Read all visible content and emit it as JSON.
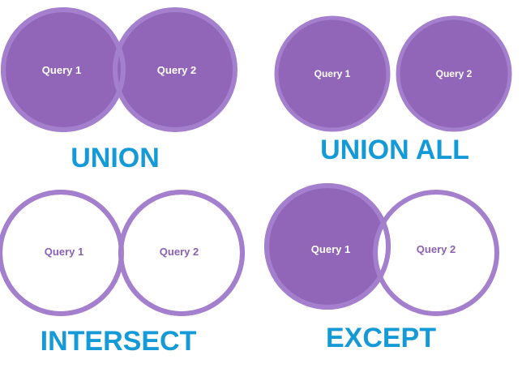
{
  "colors": {
    "fill": "#9166b8",
    "stroke": "#a47fcd",
    "hatch": "#6a4a8a",
    "title": "#159ad8",
    "label_on_fill": "#ffffff",
    "label_on_white": "#8c5fb5",
    "background": "#ffffff"
  },
  "union": {
    "title": "UNION",
    "left_label": "Query 1",
    "right_label": "Query 2"
  },
  "union_all": {
    "title": "UNION ALL",
    "left_label": "Query 1",
    "right_label": "Query 2"
  },
  "intersect": {
    "title": "INTERSECT",
    "left_label": "Query 1",
    "right_label": "Query 2"
  },
  "except": {
    "title": "EXCEPT",
    "left_label": "Query 1",
    "right_label": "Query 2"
  }
}
